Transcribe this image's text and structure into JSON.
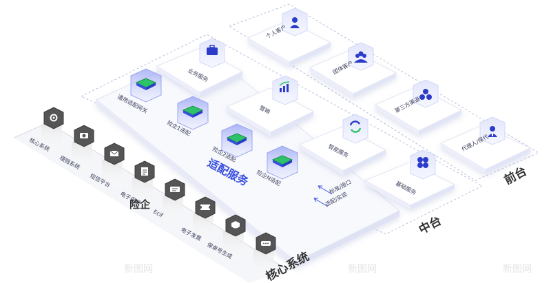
{
  "layers": {
    "front": "前台",
    "middle": "中台",
    "adapter_layer": "适配服务",
    "enterprise": "险企",
    "core": "核心系统"
  },
  "front_items": [
    {
      "label": "个人客户",
      "icon": "person-icon"
    },
    {
      "label": "团体客户",
      "icon": "group-icon"
    },
    {
      "label": "第三方渠道",
      "icon": "channels-icon"
    },
    {
      "label": "代理人/保代",
      "icon": "agent-icon"
    }
  ],
  "middle_items": [
    {
      "label": "业务服务",
      "icon": "briefcase-icon"
    },
    {
      "label": "营销",
      "icon": "growth-chart-icon"
    },
    {
      "label": "智能服务",
      "icon": "refresh-arrows-icon"
    },
    {
      "label": "基础服务",
      "icon": "four-petals-icon"
    }
  ],
  "adapter_items": [
    {
      "label": "通用适配网关"
    },
    {
      "label": "险企1适配"
    },
    {
      "label": "险企2适配"
    },
    {
      "label": "险企N适配"
    }
  ],
  "legend": [
    {
      "label": "标准/接口"
    },
    {
      "label": "适配/实现"
    }
  ],
  "core_items": [
    {
      "label": "核心系统",
      "icon": "gear-icon"
    },
    {
      "label": "理赔系统",
      "icon": "camera-icon"
    },
    {
      "label": "短信平台",
      "icon": "mail-icon"
    },
    {
      "label": "电子保单",
      "icon": "document-icon"
    },
    {
      "label": "Ecif",
      "icon": "id-card-icon"
    },
    {
      "label": "电子发票",
      "icon": "ticket-icon"
    },
    {
      "label": "保单号生成",
      "icon": "badge-icon"
    },
    {
      "label": "...",
      "icon": "more-dots-icon"
    }
  ],
  "watermark": "新图网",
  "colors": {
    "accent": "#3a4fe0",
    "chip_green": "#2ec26a",
    "icon_dark": "#2b3cc9",
    "platform": "#f7f8fc",
    "platform_border": "#c9cde6",
    "core_key": "#4a4a4a"
  }
}
